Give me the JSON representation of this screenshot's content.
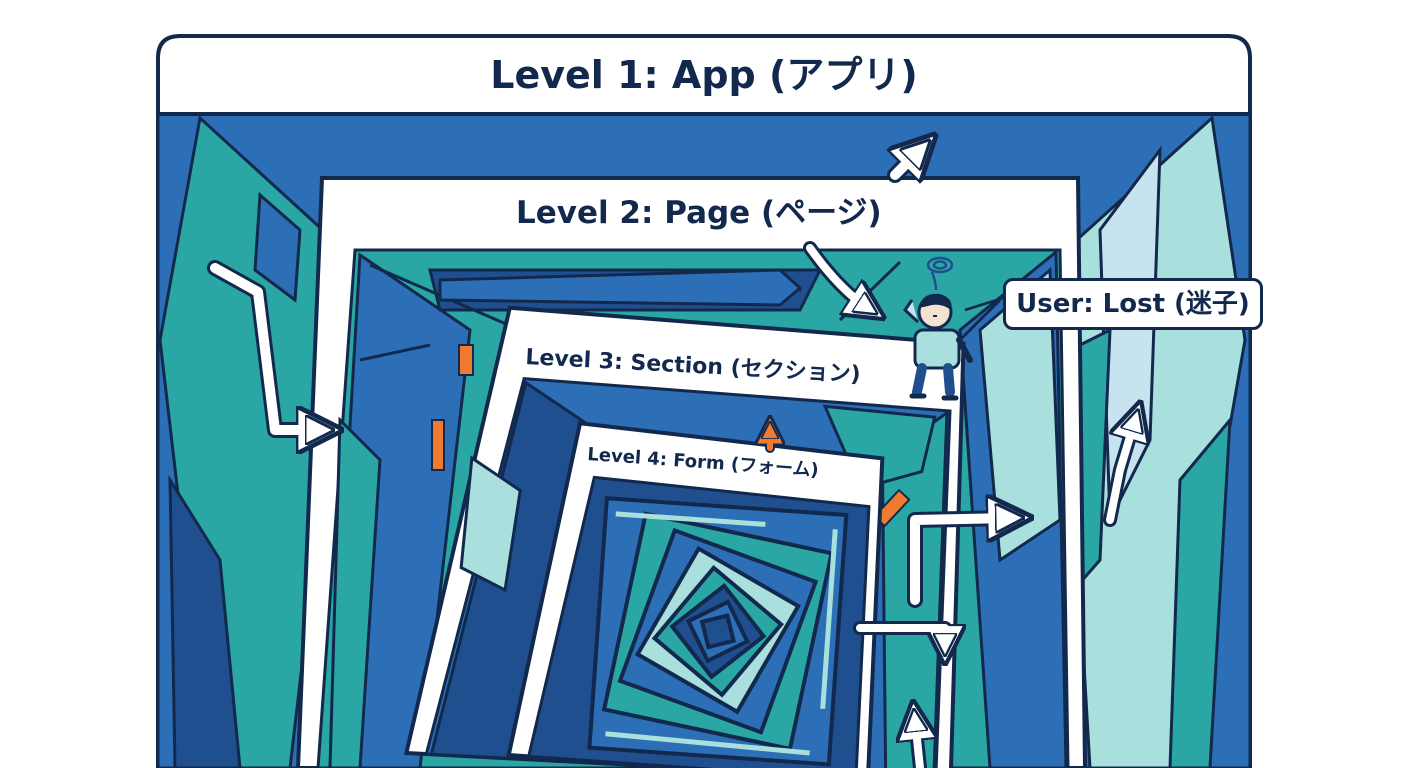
{
  "levels": [
    {
      "label": "Level 1: App (アプリ)"
    },
    {
      "label": "Level 2: Page (ページ)"
    },
    {
      "label": "Level 3: Section (セクション)"
    },
    {
      "label": "Level 4: Form (フォーム)"
    }
  ],
  "user": {
    "label": "User: Lost (迷子)"
  },
  "colors": {
    "outline": "#12294d",
    "blue": "#2d6fb6",
    "teal": "#2aa7a4",
    "light_teal": "#a9dfdd",
    "pale_blue": "#c7e3ef",
    "deep_blue": "#1f4f8f",
    "accent_orange": "#f07b2f",
    "white": "#ffffff"
  },
  "icons": [
    "arrow-icon",
    "person-icon",
    "confused-swirl-icon"
  ]
}
